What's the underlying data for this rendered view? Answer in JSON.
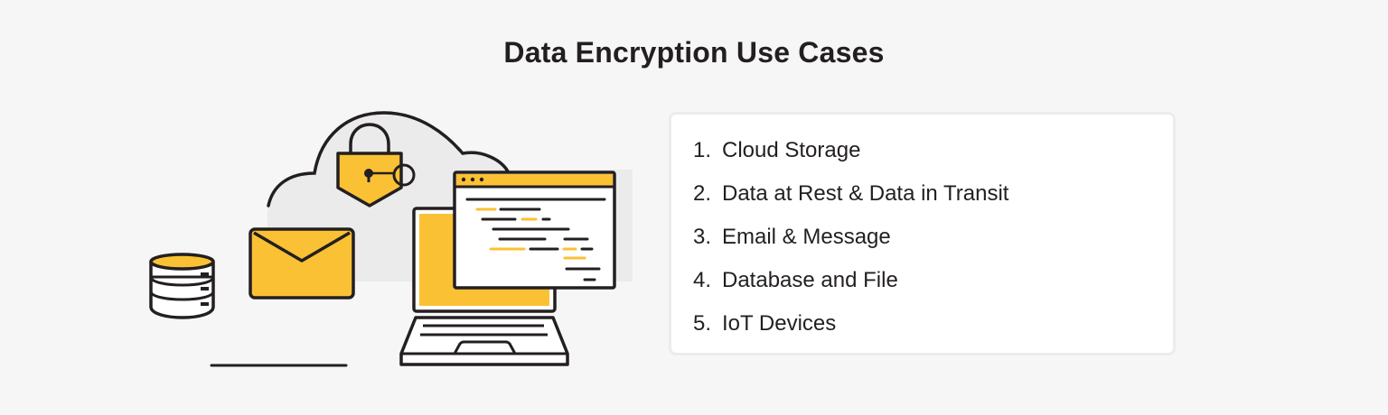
{
  "title": "Data Encryption Use Cases",
  "colors": {
    "background": "#f6f6f6",
    "accent_yellow": "#fbc135",
    "stroke": "#231f20",
    "cloud_fill": "#ebebeb",
    "card_border": "#ececec",
    "card_fill": "#ffffff"
  },
  "illustration": {
    "icons": [
      "cloud-icon",
      "padlock-icon",
      "key-icon",
      "envelope-icon",
      "database-icon",
      "laptop-icon",
      "browser-window-icon"
    ]
  },
  "use_cases": [
    {
      "number": "1.",
      "label": "Cloud Storage"
    },
    {
      "number": "2.",
      "label": "Data at Rest & Data in Transit"
    },
    {
      "number": "3.",
      "label": "Email & Message"
    },
    {
      "number": "4.",
      "label": "Database and File"
    },
    {
      "number": "5.",
      "label": "IoT Devices"
    }
  ]
}
